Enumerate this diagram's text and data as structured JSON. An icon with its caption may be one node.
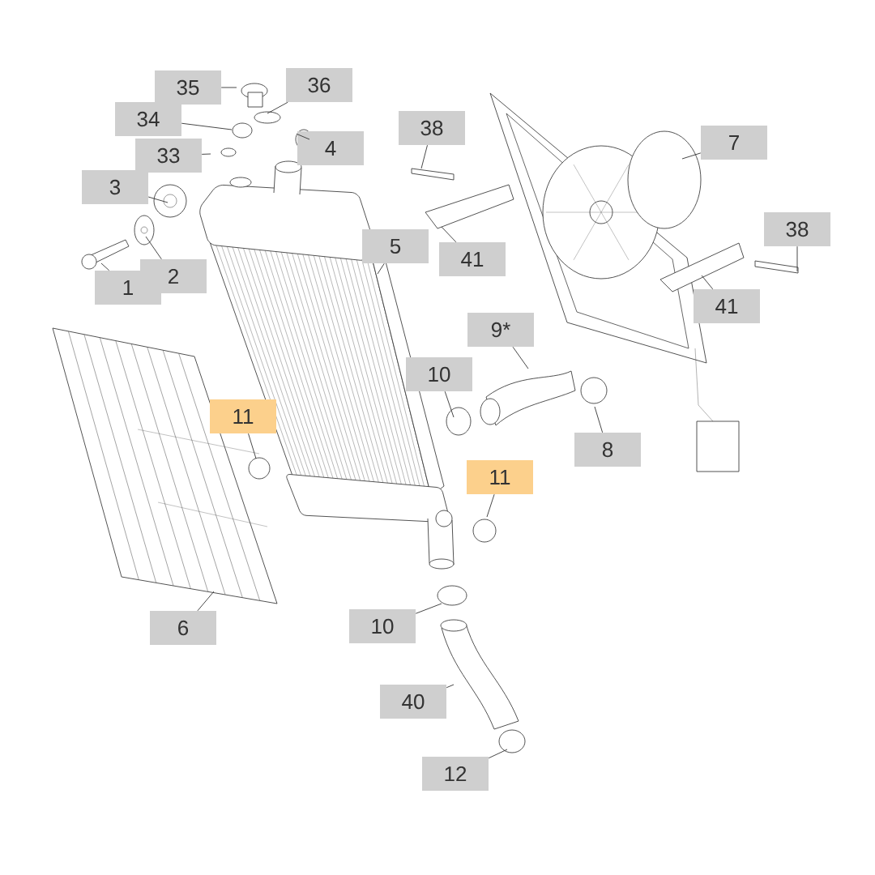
{
  "diagram": {
    "nodes": [
      {
        "text": [
          "35"
        ]
      },
      {
        "text": [
          "36"
        ]
      },
      {
        "text": [
          "34"
        ]
      },
      {
        "text": [
          "33"
        ]
      },
      {
        "text": [
          "4"
        ]
      },
      {
        "text": [
          "38"
        ]
      },
      {
        "text": [
          "7"
        ]
      },
      {
        "text": [
          "3"
        ]
      },
      {
        "text": [
          "5"
        ]
      },
      {
        "text": [
          "41"
        ]
      },
      {
        "text": [
          "38"
        ]
      },
      {
        "text": [
          "2"
        ]
      },
      {
        "text": [
          "1"
        ]
      },
      {
        "text": [
          "41"
        ]
      },
      {
        "text": [
          "9*"
        ]
      },
      {
        "text": [
          "10"
        ]
      },
      {
        "text": [
          "11"
        ]
      },
      {
        "text": [
          "8"
        ]
      },
      {
        "text": [
          "11"
        ]
      },
      {
        "text": [
          "6"
        ]
      },
      {
        "text": [
          "10"
        ]
      },
      {
        "text": [
          "40"
        ]
      },
      {
        "text": [
          "12"
        ]
      }
    ],
    "edges": [
      {
        "from": 0,
        "to": null,
        "arrow": "none"
      },
      {
        "from": 1,
        "to": null,
        "arrow": "none"
      },
      {
        "from": 2,
        "to": null,
        "arrow": "none"
      },
      {
        "from": 3,
        "to": null,
        "arrow": "none"
      },
      {
        "from": 4,
        "to": null,
        "arrow": "none"
      },
      {
        "from": 5,
        "to": null,
        "arrow": "none"
      },
      {
        "from": 6,
        "to": null,
        "arrow": "none"
      },
      {
        "from": 7,
        "to": null,
        "arrow": "none"
      },
      {
        "from": 8,
        "to": null,
        "arrow": "none"
      },
      {
        "from": 9,
        "to": null,
        "arrow": "none"
      },
      {
        "from": 10,
        "to": null,
        "arrow": "none"
      },
      {
        "from": 11,
        "to": null,
        "arrow": "none"
      },
      {
        "from": 12,
        "to": null,
        "arrow": "none"
      },
      {
        "from": 13,
        "to": null,
        "arrow": "none"
      },
      {
        "from": 14,
        "to": null,
        "arrow": "none"
      },
      {
        "from": 15,
        "to": null,
        "arrow": "none"
      },
      {
        "from": 16,
        "to": null,
        "arrow": "none"
      },
      {
        "from": 17,
        "to": null,
        "arrow": "none"
      },
      {
        "from": 18,
        "to": null,
        "arrow": "none"
      },
      {
        "from": 19,
        "to": null,
        "arrow": "none"
      },
      {
        "from": 20,
        "to": null,
        "arrow": "none"
      },
      {
        "from": 21,
        "to": null,
        "arrow": "none"
      },
      {
        "from": 22,
        "to": null,
        "arrow": "none"
      }
    ]
  }
}
